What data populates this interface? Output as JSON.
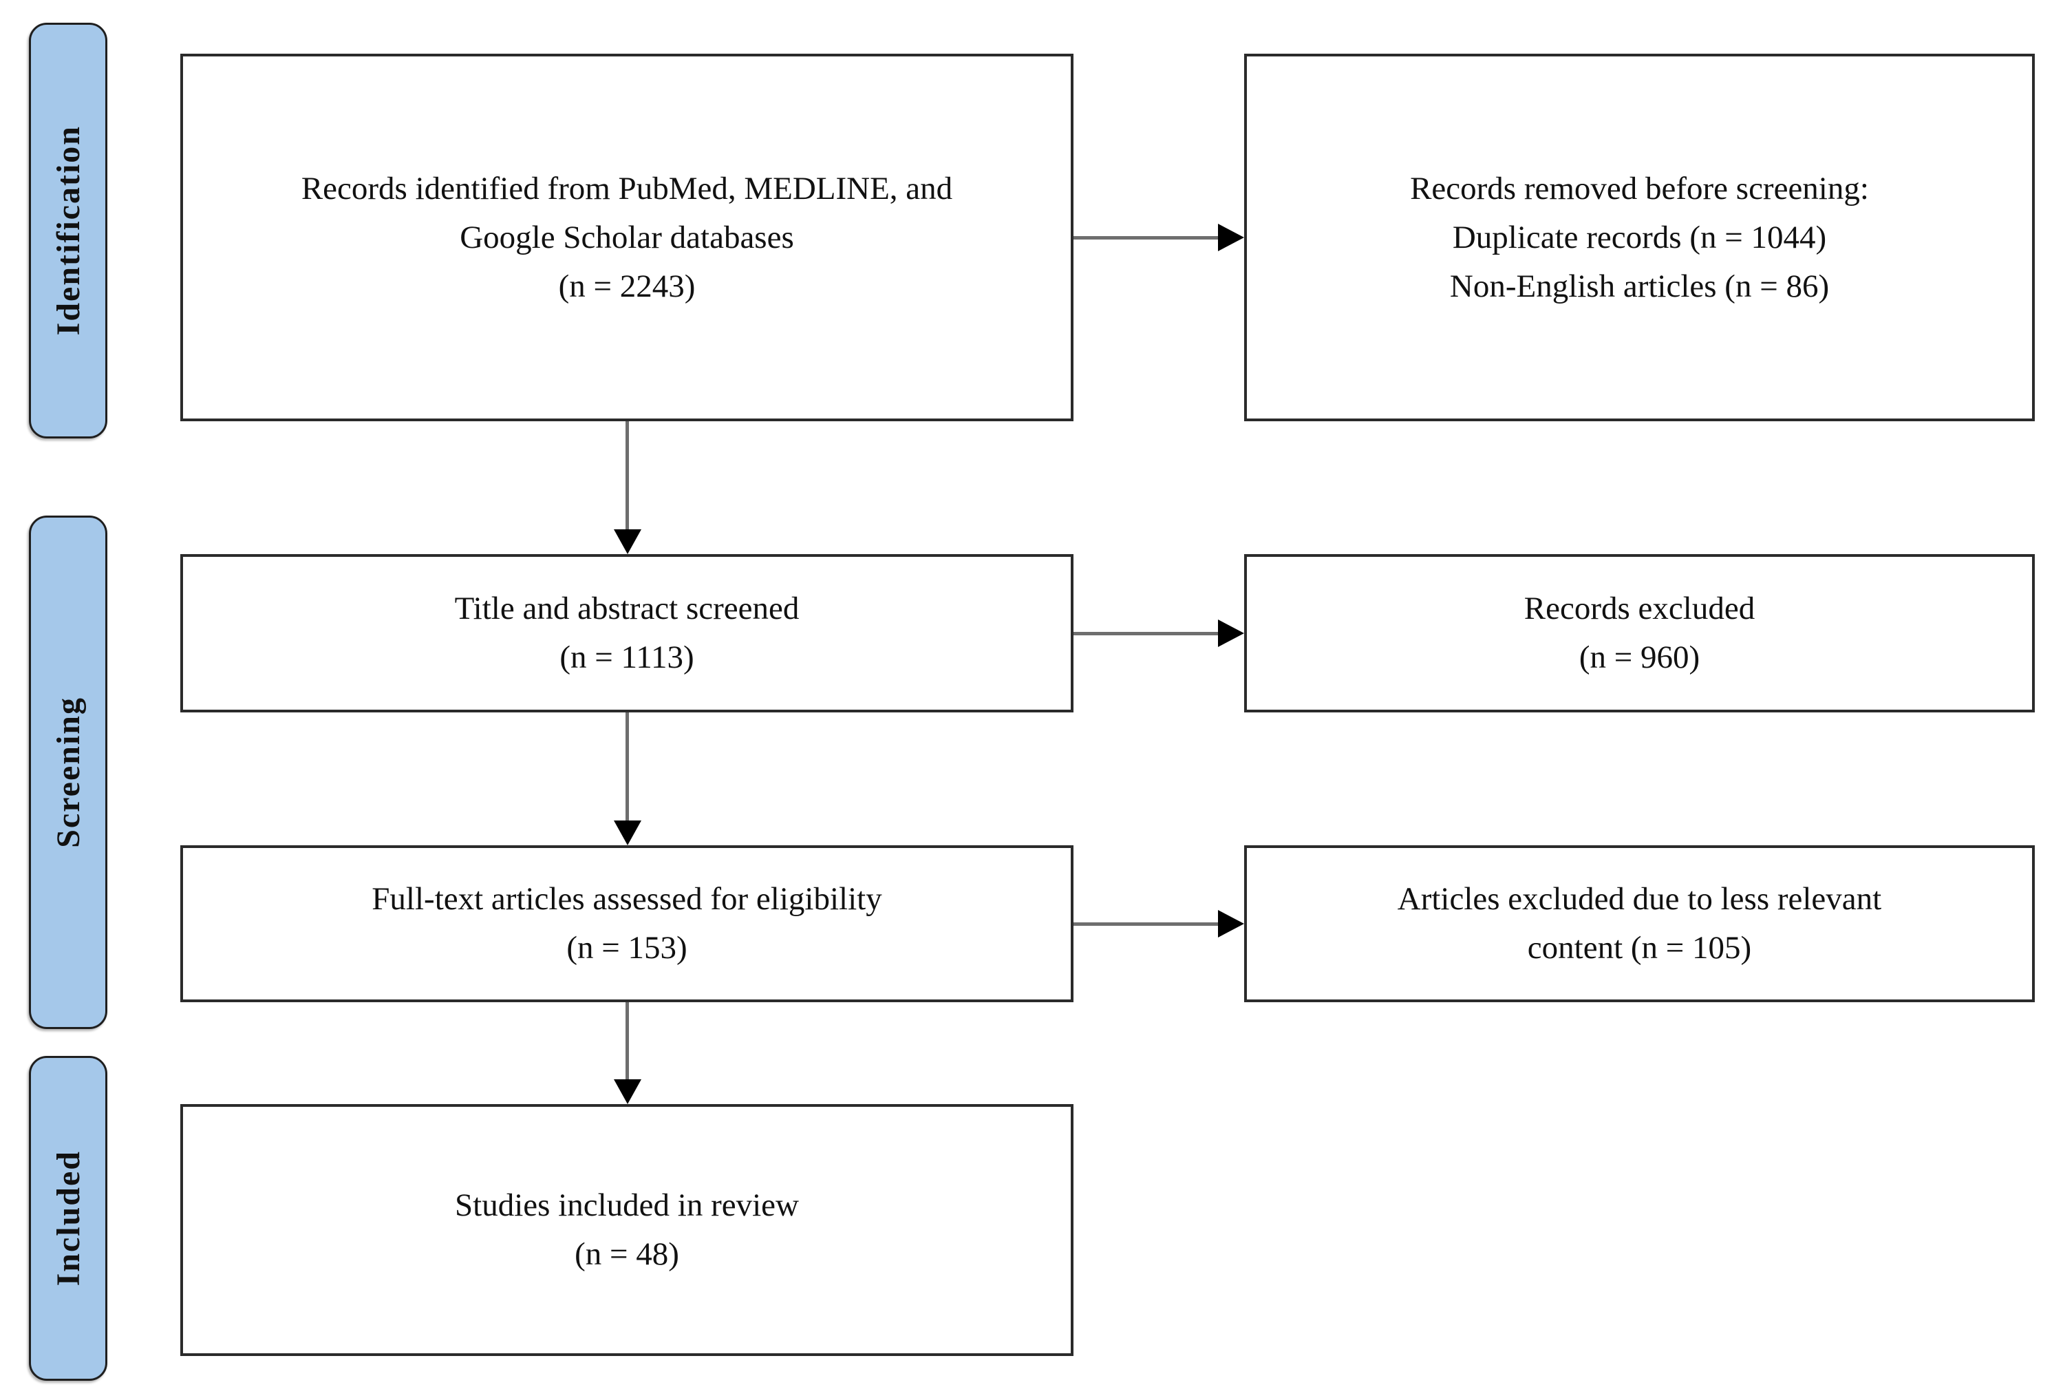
{
  "figure": {
    "type": "prisma-flow-diagram",
    "stage_labels": [
      "Identification",
      "Screening",
      "Included"
    ],
    "left_boxes": [
      {
        "name": "records-identified",
        "lines": [
          "Records identified from PubMed, MEDLINE, and",
          "Google Scholar databases",
          "(n = 2243)"
        ]
      },
      {
        "name": "title-abstract-screened",
        "lines": [
          "Title and abstract screened",
          "(n = 1113)"
        ]
      },
      {
        "name": "full-text-assessed",
        "lines": [
          "Full-text articles assessed for eligibility",
          "(n = 153)"
        ]
      },
      {
        "name": "studies-included",
        "lines": [
          "Studies included in review",
          "(n = 48)"
        ]
      }
    ],
    "right_boxes": [
      {
        "name": "records-removed-before-screening",
        "lines": [
          "Records removed before screening:",
          "Duplicate records (n = 1044)",
          "Non-English articles (n = 86)"
        ]
      },
      {
        "name": "records-excluded",
        "lines": [
          "Records excluded",
          "(n = 960)"
        ]
      },
      {
        "name": "articles-excluded",
        "lines": [
          "Articles excluded due to less relevant",
          "content (n = 105)"
        ]
      }
    ],
    "counts": {
      "identified": 2243,
      "duplicate_records_removed": 1044,
      "non_english_removed": 86,
      "title_abstract_screened": 1113,
      "records_excluded": 960,
      "full_text_assessed": 153,
      "articles_excluded_less_relevant": 105,
      "studies_included": 48
    },
    "colors": {
      "stage_fill": "#A5C8EA",
      "stage_border": "#1f1f1f",
      "box_border": "#2b2b2b",
      "arrow_line": "#6e6e6e",
      "arrow_head": "#000000",
      "text": "#111111",
      "background": "#ffffff"
    }
  }
}
